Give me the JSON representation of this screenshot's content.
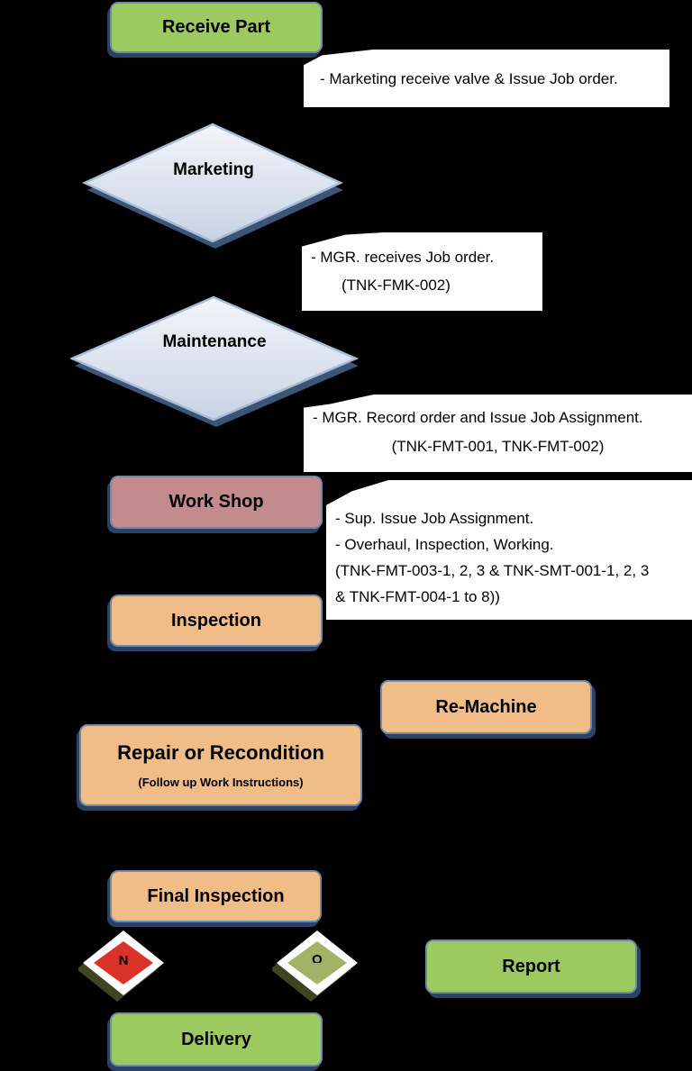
{
  "flowchart": {
    "boxes": {
      "receive_part": {
        "label": "Receive Part"
      },
      "work_shop": {
        "label": "Work Shop"
      },
      "inspection": {
        "label": "Inspection"
      },
      "re_machine": {
        "label": "Re-Machine"
      },
      "repair": {
        "label": "Repair or Recondition",
        "sublabel": "(Follow up Work Instructions)"
      },
      "final_inspection": {
        "label": "Final Inspection"
      },
      "report": {
        "label": "Report"
      },
      "delivery": {
        "label": "Delivery"
      }
    },
    "decisions": {
      "marketing": {
        "label": "Marketing"
      },
      "maintenance": {
        "label": "Maintenance"
      },
      "no_branch": {
        "label": "N"
      },
      "ok_branch": {
        "label": "O"
      }
    },
    "callouts": {
      "receive_note": {
        "lines": [
          "- Marketing receive valve & Issue Job order."
        ]
      },
      "marketing_note": {
        "lines": [
          "- MGR. receives Job order.",
          "(TNK-FMK-002)"
        ]
      },
      "maintenance_note": {
        "lines": [
          "- MGR. Record order and Issue Job Assignment.",
          "(TNK-FMT-001, TNK-FMT-002)"
        ]
      },
      "workshop_note": {
        "lines": [
          "- Sup. Issue Job Assignment.",
          "- Overhaul, Inspection, Working.",
          "(TNK-FMT-003-1, 2, 3 & TNK-SMT-001-1, 2, 3",
          "& TNK-FMT-004-1 to 8))"
        ]
      }
    },
    "colors": {
      "background": "#000000",
      "green_box": "#9dca60",
      "rose_box": "#c48b8f",
      "orange_box": "#f0bc87",
      "box_border": "#6e8bad",
      "box_shadow": "#2c4166",
      "diamond_fill_top": "#f3f6fa",
      "diamond_fill_bottom": "#c7d3e4",
      "diamond_border": "#a9bdd6",
      "diamond_shadow": "#3d5476",
      "no_diamond_fill": "#d93228",
      "ok_diamond_fill": "#a2b368",
      "mini_diamond_shadow": "#3f4522",
      "callout_bg": "#ffffff"
    }
  }
}
